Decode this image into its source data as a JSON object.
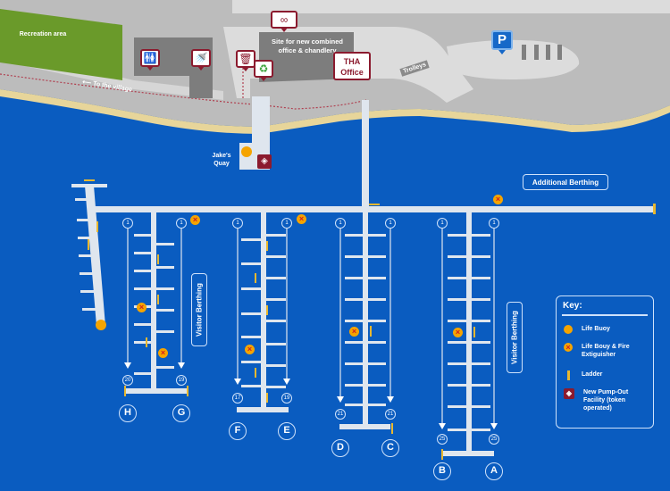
{
  "map": {
    "colors": {
      "water": "#0a5cc0",
      "land": "#bcbcbc",
      "road": "#dcdcdc",
      "building": "#7d7d7d",
      "grass": "#6a9a2a",
      "sand": "#e7d59a",
      "pontoon": "#dfe6ee",
      "poi_border": "#8b1a2e",
      "buoy": "#f5a400",
      "ladder": "#e8b830"
    },
    "land_labels": {
      "recreation": "Recreation area",
      "to_village": "To the village",
      "site": "Site for new combined office & chandlery",
      "tha_office": "THA Office",
      "trolleys": "Trolleys",
      "jakes_quay": "Jake's Quay"
    },
    "icons": {
      "toilets": "toilets-icon",
      "shower": "shower-icon",
      "bin": "bin-icon",
      "recycling": "recycling-icon",
      "knot": "chandlery-knot-icon",
      "parking": "P",
      "pump_out": "pump-out-icon"
    },
    "water_labels": {
      "additional_berthing": "Additional Berthing",
      "visitor_berthing_left": "Visitor Berthing",
      "visitor_berthing_right": "Visitor Berthing"
    },
    "pontoons": [
      {
        "letter": "H",
        "start": "1",
        "end": "20"
      },
      {
        "letter": "G",
        "start": "1",
        "end": "19"
      },
      {
        "letter": "F",
        "start": "1",
        "end": "17"
      },
      {
        "letter": "E",
        "start": "1",
        "end": "19"
      },
      {
        "letter": "D",
        "start": "1",
        "end": "21"
      },
      {
        "letter": "C",
        "start": "1",
        "end": "21"
      },
      {
        "letter": "B",
        "start": "1",
        "end": "25"
      },
      {
        "letter": "A",
        "start": "1",
        "end": "25"
      }
    ],
    "key": {
      "title": "Key:",
      "items": [
        {
          "symbol": "life-buoy",
          "label": "Life Buoy"
        },
        {
          "symbol": "life-buoy-fire-extinguisher",
          "label": "Life Bouy & Fire Extiguisher"
        },
        {
          "symbol": "ladder",
          "label": "Ladder"
        },
        {
          "symbol": "pump-out",
          "label": "New Pump-Out Facility (token operated)"
        }
      ]
    }
  }
}
